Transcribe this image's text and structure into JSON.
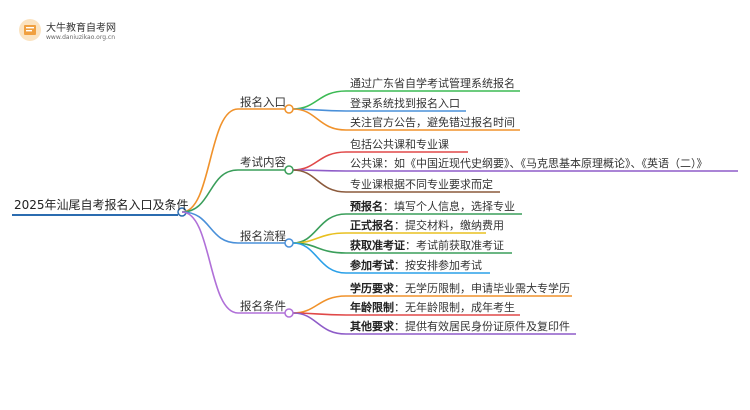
{
  "brand": {
    "name": "大牛教育自考网",
    "url": "www.daniuzikao.org.cn"
  },
  "root": {
    "label": "2025年汕尾自考报名入口及条件"
  },
  "branches": [
    {
      "label": "报名入口",
      "color": "#f0922b",
      "items": [
        {
          "text": "通过广东省自学考试管理系统报名",
          "color": "#3cba54"
        },
        {
          "text": "登录系统找到报名入口",
          "color": "#4a90d9"
        },
        {
          "text": "关注官方公告，避免错过报名时间",
          "color": "#f0922b"
        }
      ]
    },
    {
      "label": "考试内容",
      "color": "#3a9e5a",
      "items": [
        {
          "text": "包括公共课和专业课",
          "color": "#e04848"
        },
        {
          "text": "公共课：如《中国近现代史纲要》、《马克思基本原理概论》、《英语（二）》",
          "color": "#8e5cc8"
        },
        {
          "text": "专业课根据不同专业要求而定",
          "color": "#8b5a3c"
        }
      ]
    },
    {
      "label": "报名流程",
      "color": "#4a90d9",
      "items": [
        {
          "bold": "预报名",
          "text": "：填写个人信息，选择专业",
          "color": "#3a9e5a"
        },
        {
          "bold": "正式报名",
          "text": "：提交材料，缴纳费用",
          "color": "#e8c020"
        },
        {
          "bold": "获取准考证",
          "text": "：考试前获取准考证",
          "color": "#3a9e5a"
        },
        {
          "bold": "参加考试",
          "text": "：按安排参加考试",
          "color": "#2aa0e8"
        }
      ]
    },
    {
      "label": "报名条件",
      "color": "#b070d8",
      "items": [
        {
          "bold": "学历要求",
          "text": "：无学历限制，申请毕业需大专学历",
          "color": "#f0922b"
        },
        {
          "bold": "年龄限制",
          "text": "：无年龄限制，成年考生",
          "color": "#e04848"
        },
        {
          "bold": "其他要求",
          "text": "：提供有效居民身份证原件及复印件",
          "color": "#8e5cc8"
        }
      ]
    }
  ]
}
